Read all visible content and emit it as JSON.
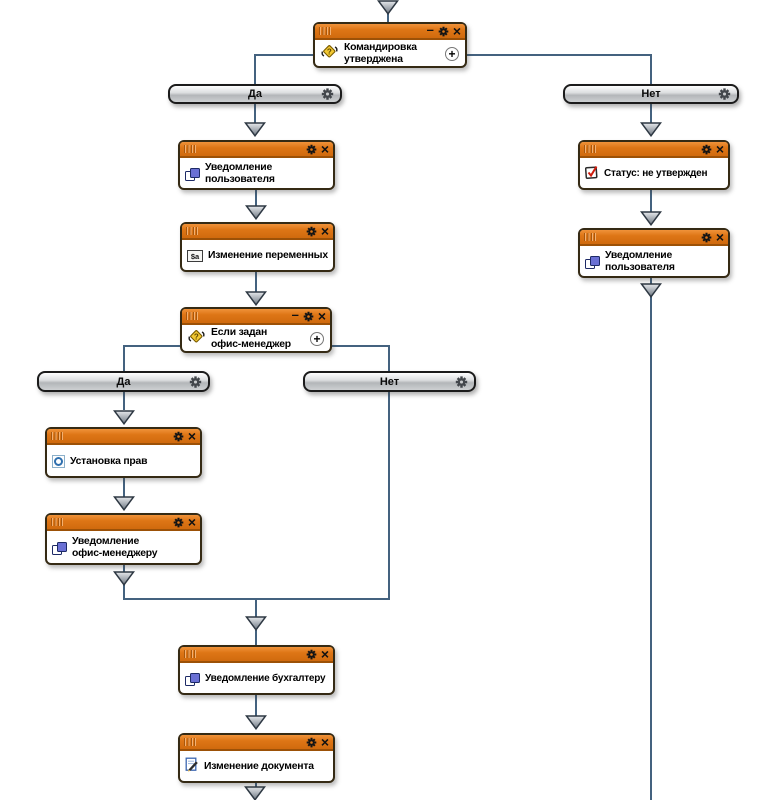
{
  "nodes": {
    "start_gateway": {
      "line1": "Командировка",
      "line2": "утверджена"
    },
    "notify_user_left": {
      "line1": "Уведомление",
      "line2": "пользователя"
    },
    "change_vars": {
      "line1": "Изменение переменных"
    },
    "if_office_manager": {
      "line1": "Если задан",
      "line2": "офис-менеджер"
    },
    "set_rights": {
      "line1": "Установка прав"
    },
    "notify_office_manager": {
      "line1": "Уведомление",
      "line2": "офис-менеджеру"
    },
    "notify_accountant": {
      "line1": "Уведомление бухгалтеру"
    },
    "change_document": {
      "line1": "Изменение документа"
    },
    "status_not_approved": {
      "line1": "Статус: не утвержден"
    },
    "notify_user_right": {
      "line1": "Уведомление",
      "line2": "пользователя"
    }
  },
  "connectors": {
    "yes_top": "Да",
    "no_top": "Нет",
    "yes_inner": "Да",
    "no_inner": "Нет"
  },
  "glyphs": {
    "minimize": "–",
    "close": "×",
    "add": "+"
  },
  "icons": {
    "variables_label": "$a",
    "gateway_question": "?"
  },
  "colors": {
    "titlebar_orange": "#de7616",
    "node_border": "#352a14",
    "connector_line": "#44627f",
    "arrowhead_gray": "#8b939e",
    "gateway_yellow": "#f2c832",
    "notification_blue": "#6a70d4",
    "check_red": "#cf1d0e"
  }
}
